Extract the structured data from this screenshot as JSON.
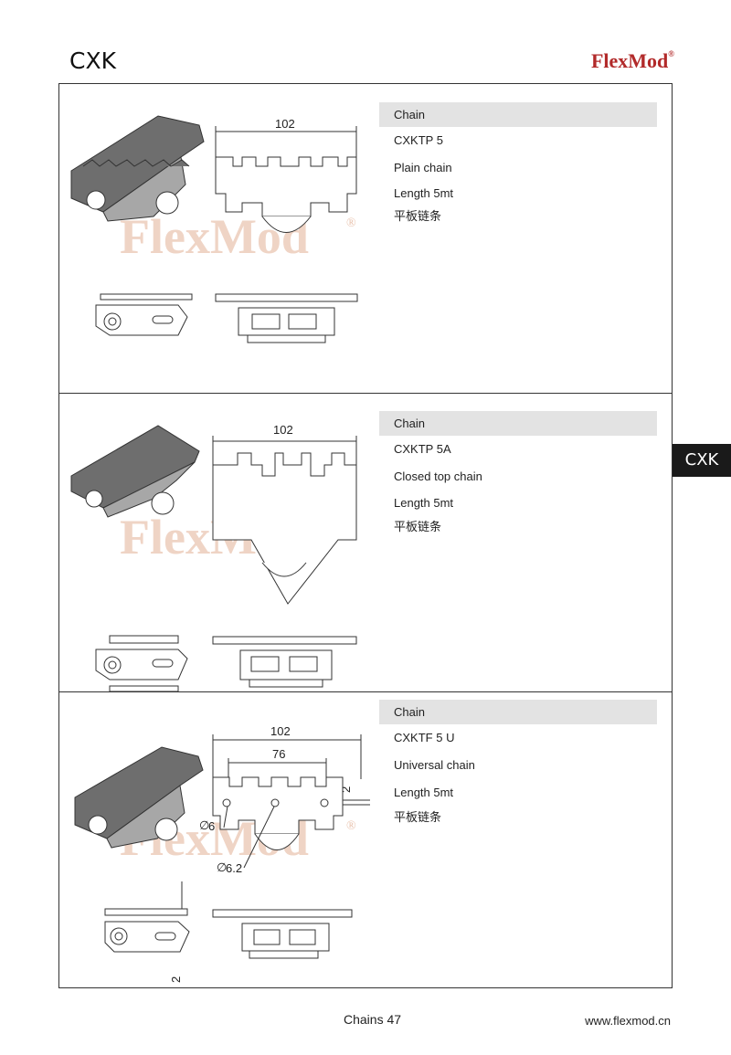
{
  "header": {
    "title": "CXK",
    "brand": "FlexMod",
    "brand_mark": "®"
  },
  "watermark": {
    "text": "FlexMod",
    "mark": "®"
  },
  "side_tab": {
    "label": "CXK"
  },
  "sections": [
    {
      "heading": "Chain",
      "code": "CXKTP 5",
      "description": "Plain chain",
      "length": "Length 5mt",
      "cn": "平板链条",
      "dims": {
        "width": "102"
      }
    },
    {
      "heading": "Chain",
      "code": "CXKTP 5A",
      "description": "Closed  top chain",
      "length": "Length 5mt",
      "cn": "平板链条",
      "dims": {
        "width": "102"
      }
    },
    {
      "heading": "Chain",
      "code": "CXKTF 5 U",
      "description": "Universal chain",
      "length": "Length 5mt",
      "cn": "平板链条",
      "dims": {
        "width": "102",
        "pitch": "76",
        "offset": "2",
        "hole_small": "6",
        "hole_large": "6.2",
        "side_offset": "2",
        "dia": "∅"
      }
    }
  ],
  "footer": {
    "page": "Chains 47",
    "url": "www.flexmod.cn"
  }
}
